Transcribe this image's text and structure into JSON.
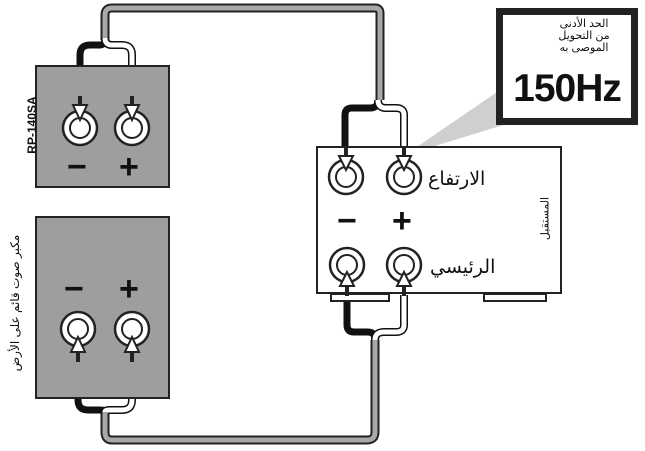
{
  "speakers": {
    "top": {
      "model": "RP-140SA",
      "minus": "−",
      "plus": "+"
    },
    "bottom": {
      "label": "مكبر صوت قائم على الأرض",
      "minus": "−",
      "plus": "+"
    }
  },
  "receiver": {
    "label": "المستقبل",
    "high_label": "الارتفاع",
    "main_label": "الرئيسي",
    "minus": "−",
    "plus": "+"
  },
  "callout": {
    "lines": [
      "الحد الأدنى",
      "من التحويل",
      "الموصى به"
    ],
    "frequency": "150Hz",
    "icon": "warning-icon"
  },
  "colors": {
    "speaker_fill": "#9e9e9e",
    "outline": "#222222",
    "wire_light": "#ffffff",
    "wire_dark": "#222222"
  }
}
